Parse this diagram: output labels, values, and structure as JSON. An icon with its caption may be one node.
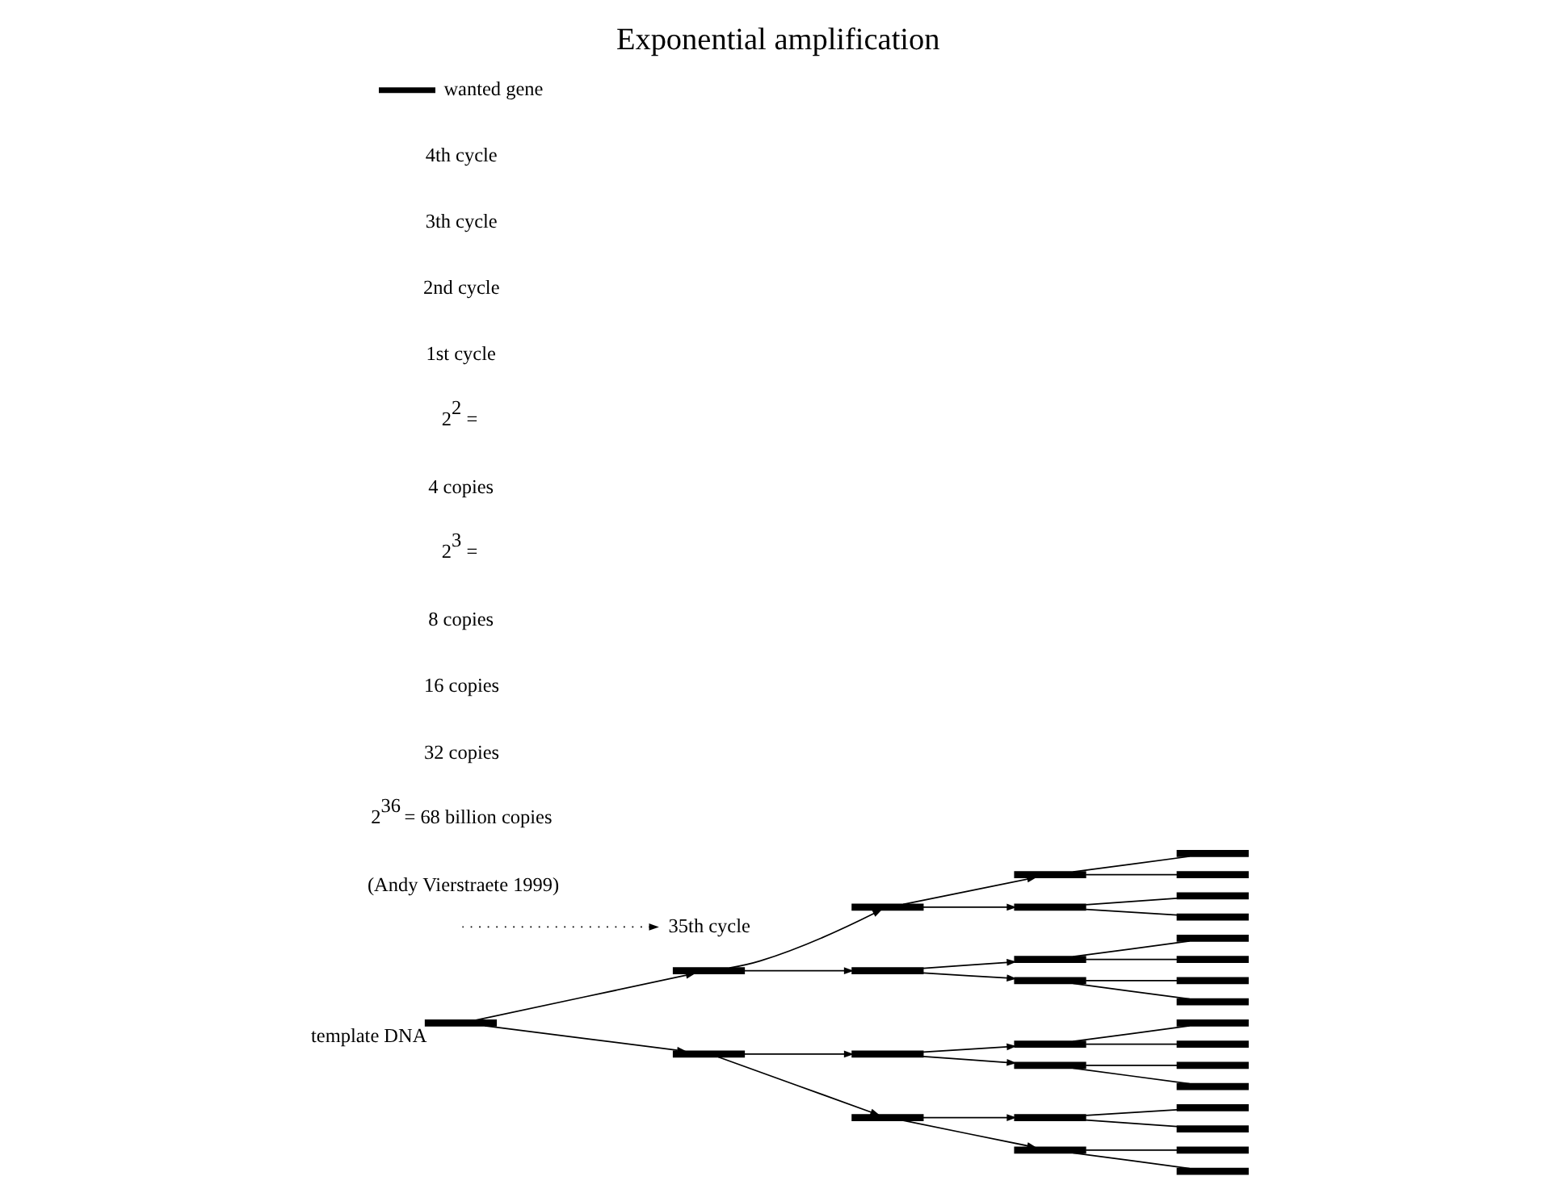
{
  "diagram": {
    "title": "Exponential amplification",
    "nodes": [
      {
        "text": [],
        "shape": "bar",
        "beside": [
          "template DNA"
        ]
      },
      {
        "text": [],
        "shape": "bar"
      },
      {
        "text": [],
        "shape": "bar"
      },
      {
        "text": [],
        "shape": "bar"
      },
      {
        "text": [],
        "shape": "bar"
      },
      {
        "text": [],
        "shape": "bar"
      },
      {
        "text": [],
        "shape": "bar"
      },
      {
        "text": [],
        "shape": "bar"
      },
      {
        "text": [],
        "shape": "bar"
      },
      {
        "text": [],
        "shape": "bar"
      },
      {
        "text": [],
        "shape": "bar"
      },
      {
        "text": [],
        "shape": "bar"
      },
      {
        "text": [],
        "shape": "bar"
      },
      {
        "text": [],
        "shape": "bar"
      },
      {
        "text": [],
        "shape": "bar"
      },
      {
        "text": [],
        "shape": "bar"
      },
      {
        "text": [],
        "shape": "bar"
      },
      {
        "text": [],
        "shape": "bar"
      },
      {
        "text": [],
        "shape": "bar"
      },
      {
        "text": [],
        "shape": "bar"
      },
      {
        "text": [],
        "shape": "bar"
      },
      {
        "text": [],
        "shape": "bar"
      },
      {
        "text": [],
        "shape": "bar"
      },
      {
        "text": [],
        "shape": "bar"
      },
      {
        "text": [],
        "shape": "bar"
      },
      {
        "text": [],
        "shape": "bar"
      },
      {
        "text": [],
        "shape": "bar"
      },
      {
        "text": [],
        "shape": "bar"
      },
      {
        "text": [],
        "shape": "bar"
      },
      {
        "text": [],
        "shape": "bar"
      },
      {
        "text": [],
        "shape": "bar"
      },
      {
        "text": [
          "35th cycle"
        ]
      }
    ],
    "edges": [
      {
        "from": 0,
        "to": 1,
        "arrow": "to"
      },
      {
        "from": 0,
        "to": 2,
        "arrow": "to"
      },
      {
        "from": 1,
        "to": 3,
        "arrow": "to"
      },
      {
        "from": 1,
        "to": 4,
        "arrow": "to"
      },
      {
        "from": 2,
        "to": 5,
        "arrow": "to"
      },
      {
        "from": 2,
        "to": 6,
        "arrow": "to"
      },
      {
        "from": 3,
        "to": 7,
        "arrow": "to"
      },
      {
        "from": 3,
        "to": 8,
        "arrow": "to"
      },
      {
        "from": 4,
        "to": 9,
        "arrow": "to"
      },
      {
        "from": 4,
        "to": 10,
        "arrow": "to"
      },
      {
        "from": 5,
        "to": 11,
        "arrow": "to"
      },
      {
        "from": 5,
        "to": 12,
        "arrow": "to"
      },
      {
        "from": 6,
        "to": 13,
        "arrow": "to"
      },
      {
        "from": 6,
        "to": 14,
        "arrow": "to"
      },
      {
        "from": 7,
        "to": 15,
        "arrow": "none"
      },
      {
        "from": 7,
        "to": 16,
        "arrow": "none"
      },
      {
        "from": 8,
        "to": 17,
        "arrow": "none"
      },
      {
        "from": 8,
        "to": 18,
        "arrow": "none"
      },
      {
        "from": 9,
        "to": 19,
        "arrow": "none"
      },
      {
        "from": 9,
        "to": 20,
        "arrow": "none"
      },
      {
        "from": 10,
        "to": 21,
        "arrow": "none"
      },
      {
        "from": 10,
        "to": 22,
        "arrow": "none"
      },
      {
        "from": 11,
        "to": 23,
        "arrow": "none"
      },
      {
        "from": 11,
        "to": 24,
        "arrow": "none"
      },
      {
        "from": 12,
        "to": 25,
        "arrow": "none"
      },
      {
        "from": 12,
        "to": 26,
        "arrow": "none"
      },
      {
        "from": 13,
        "to": 27,
        "arrow": "none"
      },
      {
        "from": 13,
        "to": 28,
        "arrow": "none"
      },
      {
        "from": 14,
        "to": 29,
        "arrow": "none"
      },
      {
        "from": 14,
        "to": 30,
        "arrow": "none"
      },
      {
        "from": null,
        "to": 31,
        "arrow": "to",
        "style": "dashed"
      }
    ],
    "labels": [
      "4th cycle",
      "3th cycle",
      "2nd cycle",
      "1st cycle",
      "2$^{2}$ =",
      "4 copies",
      "2$^{3}$ =",
      "8 copies",
      "16 copies",
      "32 copies",
      "2$^{36}$ = 68 billion copies",
      "(Andy Vierstraete 1999)"
    ],
    "legend": [
      {
        "text": "wanted gene"
      }
    ]
  }
}
